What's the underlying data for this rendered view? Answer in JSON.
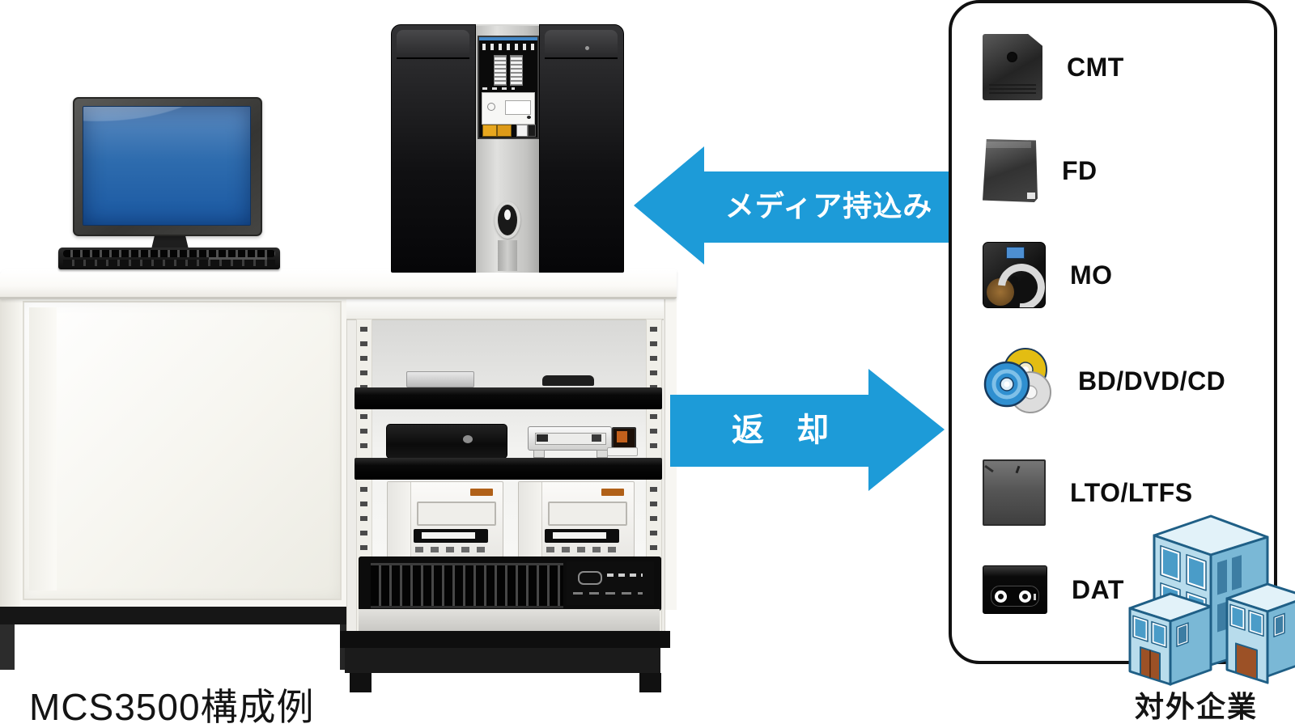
{
  "title": "MCS3500構成例",
  "arrows": {
    "bring_in": {
      "label": "メディア持込み"
    },
    "return": {
      "label": "返　却"
    }
  },
  "media_panel": {
    "items": [
      {
        "id": "cmt",
        "label": "CMT",
        "icon": "cmt-cartridge-icon"
      },
      {
        "id": "fd",
        "label": "FD",
        "icon": "floppy-disk-icon"
      },
      {
        "id": "mo",
        "label": "MO",
        "icon": "mo-disk-icon"
      },
      {
        "id": "bd_dvd_cd",
        "label": "BD/DVD/CD",
        "icon": "optical-discs-icon"
      },
      {
        "id": "lto_ltfs",
        "label": "LTO/LTFS",
        "icon": "lto-cartridge-icon"
      },
      {
        "id": "dat",
        "label": "DAT",
        "icon": "dat-tape-icon"
      }
    ]
  },
  "external_party": {
    "label": "対外企業",
    "icon": "office-buildings-icon"
  },
  "colors": {
    "arrow_blue": "#1d9bd8",
    "panel_border": "#111111",
    "screen_blue": "#2e6cae",
    "building_blue": "#b8dcec"
  }
}
